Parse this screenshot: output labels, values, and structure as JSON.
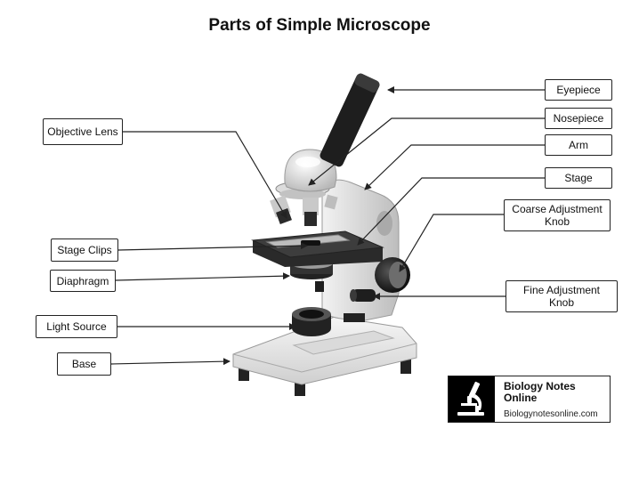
{
  "title": "Parts of Simple Microscope",
  "labels": {
    "eyepiece": "Eyepiece",
    "nosepiece": "Nosepiece",
    "arm": "Arm",
    "stage": "Stage",
    "coarse_adjustment_knob": "Coarse Adjustment Knob",
    "fine_adjustment_knob": "Fine Adjustment Knob",
    "objective_lens": "Objective Lens",
    "stage_clips": "Stage Clips",
    "diaphragm": "Diaphragm",
    "light_source": "Light Source",
    "base": "Base"
  },
  "logo": {
    "name": "Biology Notes Online",
    "url": "Biologynotesonline.com",
    "icon": "microscope-icon"
  },
  "colors": {
    "line": "#222222",
    "body_light": "#e6e6e6",
    "body_dark": "#1e1e1e"
  }
}
